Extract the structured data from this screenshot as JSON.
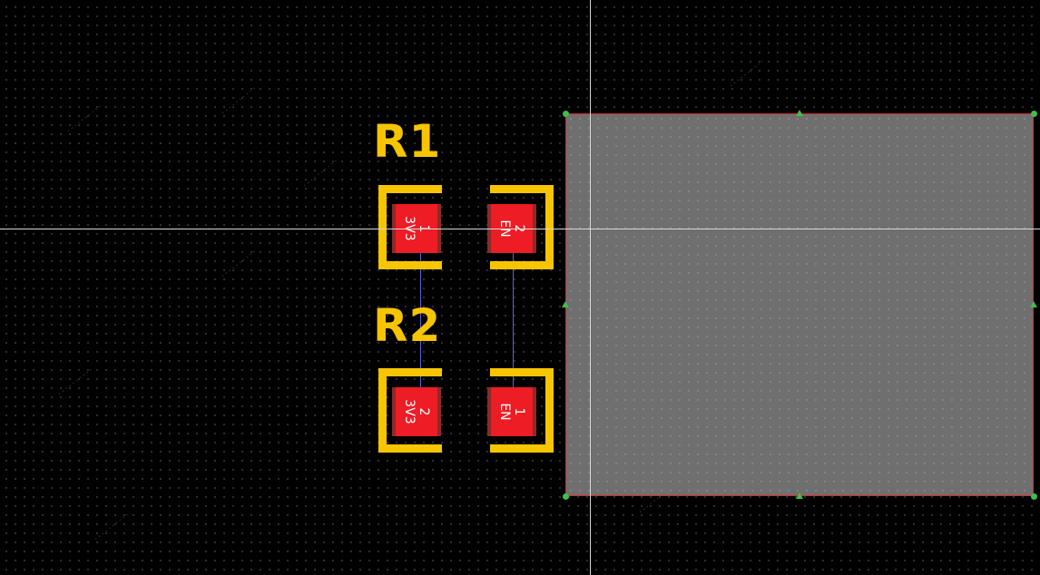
{
  "colors": {
    "background": "#000000",
    "grid_dot": "#3a3a3a",
    "region_fill": "#6f6f6f",
    "region_outline": "#e0262a",
    "vertex_handle": "#3fbf4a",
    "silkscreen": "#f7c400",
    "pad_fill": "#ee1c24",
    "ratsnest": "#5a63d9",
    "crosshair": "#d8d8d8"
  },
  "components": [
    {
      "designator": "R1",
      "pads": [
        {
          "number": "1",
          "net": "3V3"
        },
        {
          "number": "2",
          "net": "EN"
        }
      ]
    },
    {
      "designator": "R2",
      "pads": [
        {
          "number": "2",
          "net": "3V3"
        },
        {
          "number": "1",
          "net": "EN"
        }
      ]
    }
  ]
}
